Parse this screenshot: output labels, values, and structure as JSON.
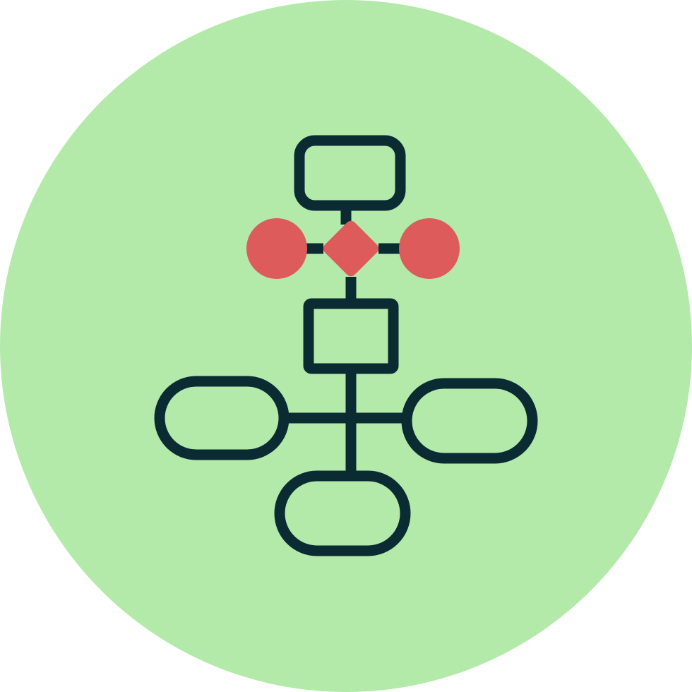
{
  "icon": {
    "name": "flowchart-icon",
    "colors": {
      "background_circle": "#B3EAAA",
      "stroke": "#0B2B33",
      "accent": "#DD5B5B"
    },
    "shapes": [
      "rounded-rectangle",
      "circle",
      "diamond",
      "circle",
      "rectangle",
      "pill",
      "pill",
      "pill"
    ]
  }
}
